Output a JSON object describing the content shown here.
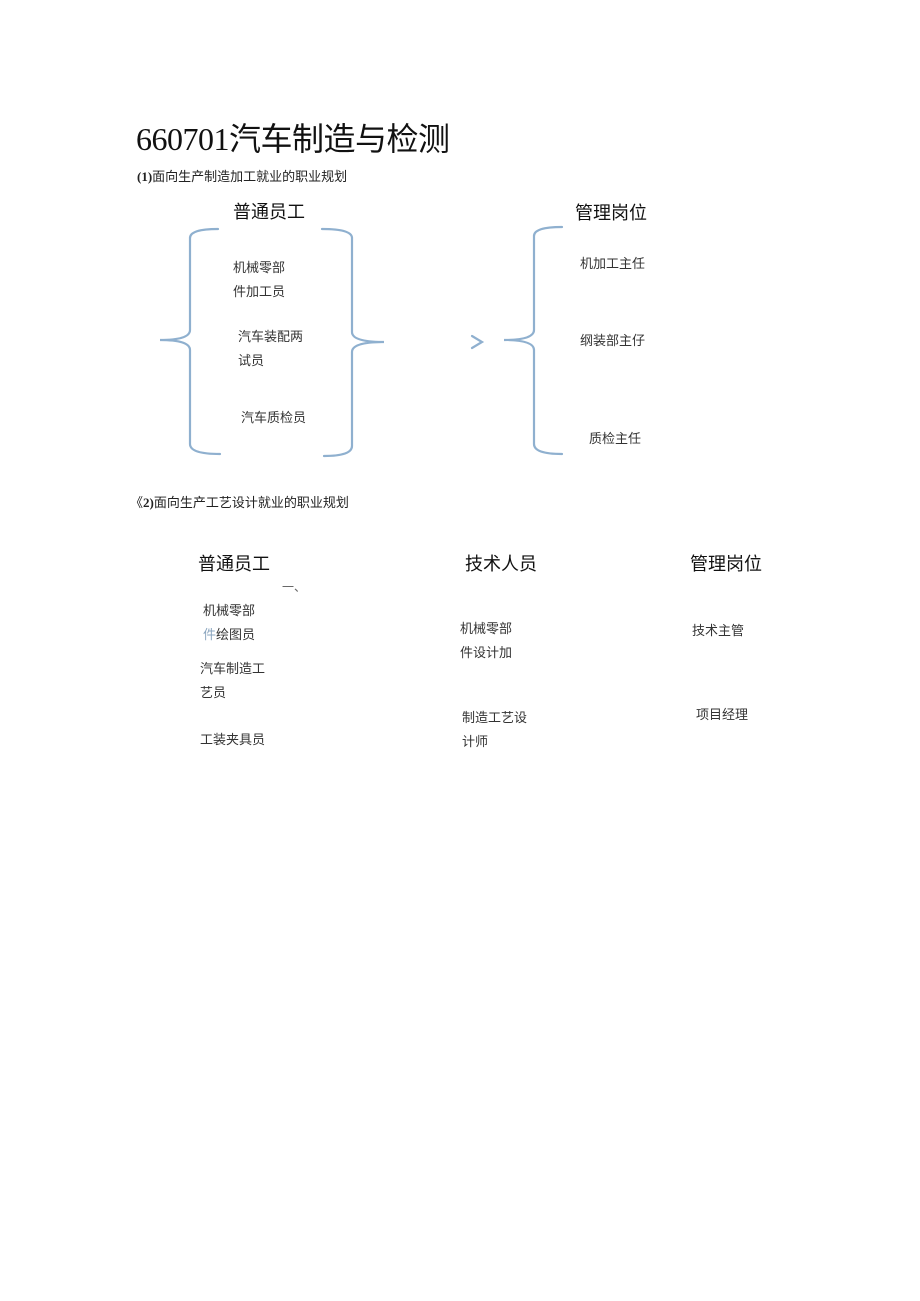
{
  "document": {
    "title": "660701汽车制造与检测",
    "section1": {
      "heading_num": "(1)",
      "heading_text": "面向生产制造加工就业的职业规划",
      "col_left": {
        "label": "普通员工",
        "items": [
          "机械零部件加工员",
          "汽车装配两试员",
          "汽车质检员"
        ],
        "items_lines": [
          [
            "机械零部",
            "件加工员"
          ],
          [
            "汽车装配两",
            "试员"
          ],
          [
            "汽车质检员"
          ]
        ]
      },
      "col_right": {
        "label": "管理岗位",
        "items": [
          "机加工主任",
          "纲装部主仔",
          "质检主任"
        ]
      },
      "arrow_glyph": ">",
      "bracket_color": "#8fb0cf"
    },
    "section2": {
      "heading_prefix": "《",
      "heading_num": "2)",
      "heading_text": "面向生产工艺设计就业的职业规划",
      "columns": [
        {
          "label": "普通员工",
          "stray_mark": "一、",
          "items_lines": [
            [
              "机械零部",
              "件绘图员"
            ],
            [
              "汽车制造工",
              "艺员"
            ],
            [
              "工装夹具员"
            ]
          ]
        },
        {
          "label": "技术人员",
          "items_lines": [
            [
              "机械零部",
              "件设计加"
            ],
            [
              "制造工艺设",
              "计师"
            ]
          ]
        },
        {
          "label": "管理岗位",
          "items_lines": [
            [
              "技术主管"
            ],
            [
              "项目经理"
            ]
          ]
        }
      ]
    }
  }
}
